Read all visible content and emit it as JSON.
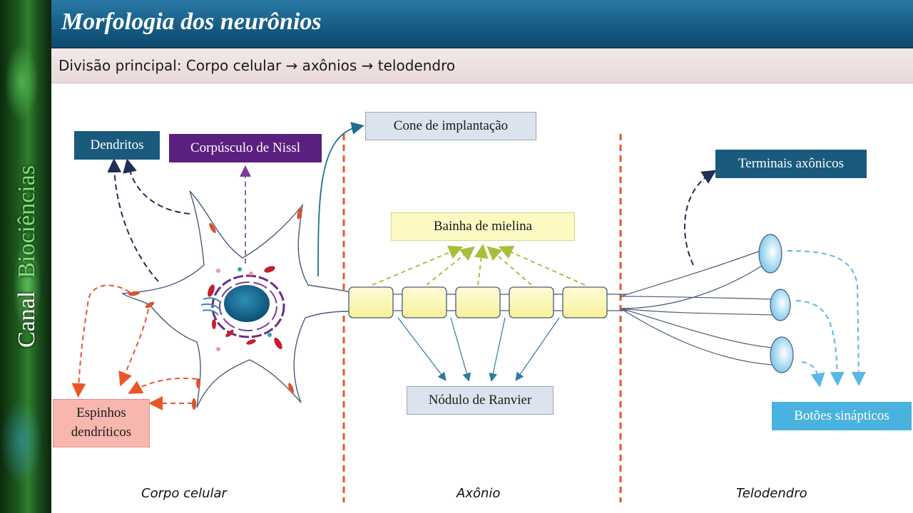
{
  "sidebar": {
    "word1": "Canal",
    "word2": "Biociências"
  },
  "header": {
    "title": "Morfologia dos neurônios"
  },
  "subtitle": "Divisão principal:  Corpo celular → axônios → telodendro",
  "labels": {
    "dendritos": "Dendritos",
    "nissl": "Corpúsculo de Nissl",
    "cone": "Cone de implantação",
    "bainha": "Bainha de mielina",
    "nodulo": "Nódulo de Ranvier",
    "espinhos_line1": "Espinhos",
    "espinhos_line2": "dendríticos",
    "terminais": "Terminais axônicos",
    "botoes": "Botões sinápticos"
  },
  "captions": {
    "corpo": "Corpo celular",
    "axonio": "Axônio",
    "telodendro": "Telodendro"
  },
  "colors": {
    "header": "#155a83",
    "dendritos": "#1a5a7d",
    "nissl": "#5a1f7f",
    "espinhos": "#f7b6ae",
    "botoes": "#4ab2de",
    "divider": "#e8562a",
    "myelin": "#fcf9c2"
  },
  "icons": [
    "neuron-cell-body",
    "myelin-segment",
    "synaptic-bouton"
  ]
}
